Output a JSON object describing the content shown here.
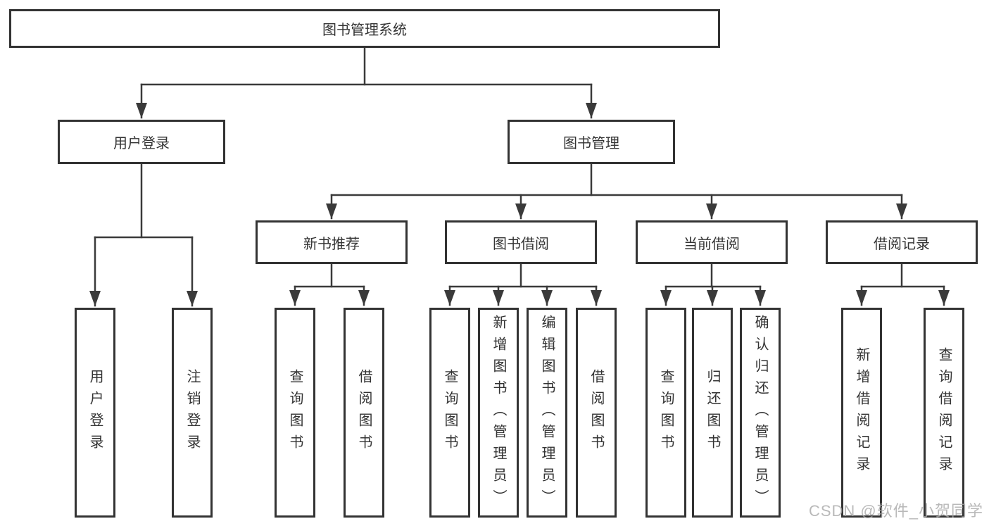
{
  "diagram": {
    "title": "图书管理系统",
    "branches": [
      {
        "label": "用户登录",
        "children": [
          {
            "label": "用户登录"
          },
          {
            "label": "注销登录"
          }
        ]
      },
      {
        "label": "图书管理",
        "children": [
          {
            "label": "新书推荐",
            "children": [
              {
                "label": "查询图书"
              },
              {
                "label": "借阅图书"
              }
            ]
          },
          {
            "label": "图书借阅",
            "children": [
              {
                "label": "查询图书"
              },
              {
                "label": "新增图书（管理员）"
              },
              {
                "label": "编辑图书（管理员）"
              },
              {
                "label": "借阅图书"
              }
            ]
          },
          {
            "label": "当前借阅",
            "children": [
              {
                "label": "查询图书"
              },
              {
                "label": "归还图书"
              },
              {
                "label": "确认归还（管理员）"
              }
            ]
          },
          {
            "label": "借阅记录",
            "children": [
              {
                "label": "新增借阅记录"
              },
              {
                "label": "查询借阅记录"
              }
            ]
          }
        ]
      }
    ]
  },
  "watermark": {
    "text": "CSDN @软件_小贺同学"
  },
  "colors": {
    "line": "#3a3a3a",
    "box_border": "#333333",
    "text": "#333333",
    "watermark_text": "#a8a8a8",
    "background": "#ffffff"
  }
}
